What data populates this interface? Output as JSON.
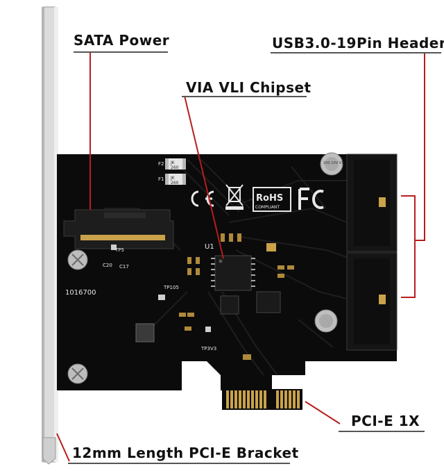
{
  "callouts": {
    "sata_power": "SATA Power",
    "via_vli_chipset": "VIA VLI Chipset",
    "usb_header": "USB3.0-19Pin Header",
    "pcie_1x": "PCI-E 1X",
    "bracket": "12mm Length PCI-E Bracket"
  },
  "board_markings": {
    "fuse_f2": "F2",
    "fuse_f1": "F1",
    "fuse_label_a": "JK",
    "fuse_label_b": "260",
    "rohs": "RoHS",
    "rohs_sub": "COMPLIANT",
    "fcc": "FC",
    "chip_designator": "U1",
    "serial": "1016700",
    "tp5": "TP5",
    "tp105": "TP105",
    "tp3v3": "TP3V3",
    "c20": "C20",
    "c17": "C17",
    "cap_label": "100 10V V1"
  },
  "colors": {
    "pcb": "#0b0b0b",
    "trace": "#1b1b1b",
    "gold": "#caa24a",
    "bracket": "#d9d9d9",
    "leader_line": "#b81d1d",
    "silkscreen": "#e8e8e8"
  }
}
